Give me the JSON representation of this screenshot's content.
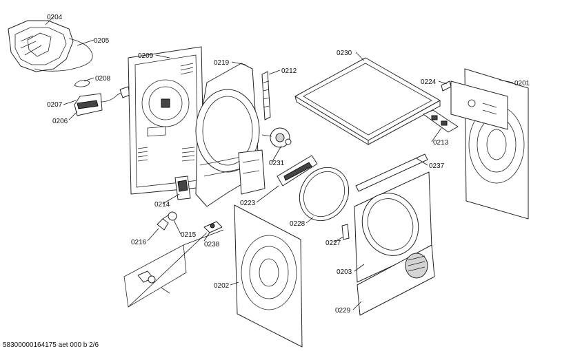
{
  "labels": {
    "p0204": "0204",
    "p0205": "0205",
    "p0208": "0208",
    "p0207": "0207",
    "p0206": "0206",
    "p0209": "0209",
    "p0219": "0219",
    "p0212": "0212",
    "p0230": "0230",
    "p0224": "0224",
    "p0201": "0201",
    "p0213": "0213",
    "p0231": "0231",
    "p0237": "0237",
    "p0214": "0214",
    "p0223": "0223",
    "p0228": "0228",
    "p0216": "0216",
    "p0215": "0215",
    "p0238": "0238",
    "p0227": "0227",
    "p0203": "0203",
    "p0202": "0202",
    "p0229": "0229"
  },
  "footer": {
    "code": "58300000164175 aet 000 b 2/6"
  }
}
